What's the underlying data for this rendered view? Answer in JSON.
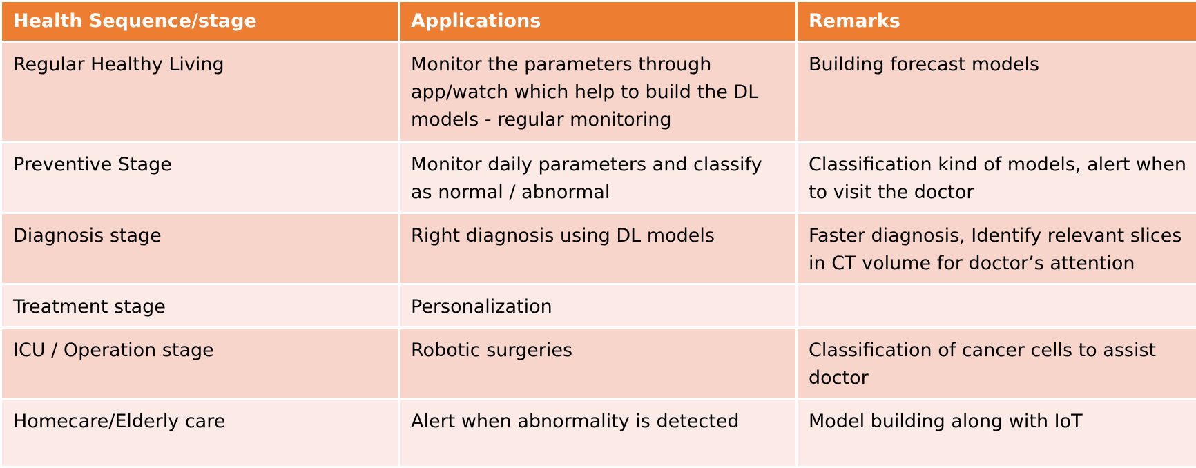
{
  "table": {
    "headers": [
      "Health Sequence/stage",
      "Applications",
      "Remarks"
    ],
    "rows": [
      [
        "Regular Healthy Living",
        "Monitor the parameters through app/watch which help to build the DL models - regular monitoring",
        "Building forecast models"
      ],
      [
        "Preventive Stage",
        "Monitor daily parameters and classify as normal / abnormal",
        "Classification kind of models, alert when to visit the doctor"
      ],
      [
        "Diagnosis stage",
        "Right diagnosis using DL models",
        "Faster diagnosis, Identify relevant slices in CT volume for doctor’s attention"
      ],
      [
        "Treatment stage",
        "Personalization",
        ""
      ],
      [
        "ICU / Operation stage",
        "Robotic surgeries",
        "Classification of cancer cells to assist doctor"
      ],
      [
        "Homecare/Elderly care",
        "Alert when abnormality is detected",
        "Model building along with IoT"
      ]
    ],
    "colors": {
      "header_bg": "#ED7D31",
      "header_text": "#FFFFFF",
      "row_dark": "#F8D5CA",
      "row_light": "#FBEAE5"
    }
  }
}
